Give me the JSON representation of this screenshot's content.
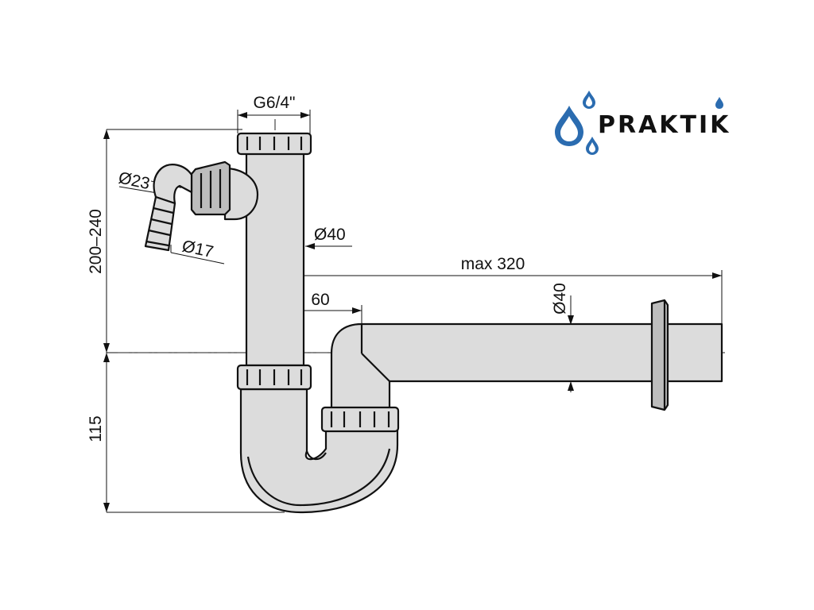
{
  "brand": {
    "name": "PRAKTIK",
    "drop_color": "#2b6cb0",
    "text_color": "#111111"
  },
  "dimensions": {
    "top_thread": "G6/4\"",
    "inlet_diameter_large": "Ø23",
    "inlet_diameter_small": "Ø17",
    "vertical_pipe_diameter": "Ø40",
    "height_range": "200–240",
    "max_length": "max 320",
    "offset": "60",
    "outlet_pipe_diameter": "Ø40",
    "trap_depth": "115"
  }
}
